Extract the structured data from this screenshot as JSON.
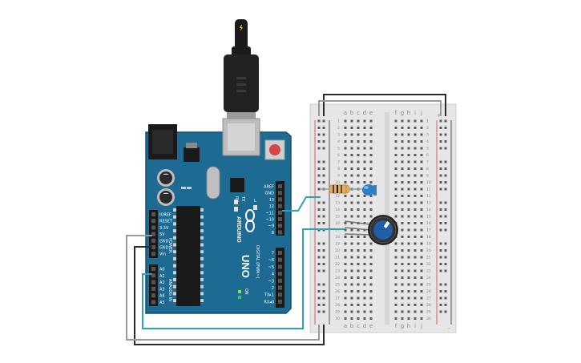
{
  "board": {
    "brand": "ARDUINO",
    "model": "UNO",
    "on_label": "ON",
    "tx_label": "TX",
    "rx_label": "RX",
    "l_label": "L",
    "digital_label": "DIGITAL (PWM~)",
    "power_label": "POWER",
    "analog_label": "ANALOG IN",
    "digital_pins": [
      "AREF",
      "GND",
      "13",
      "12",
      "~11",
      "~10",
      "~9",
      "8",
      "7",
      "~6",
      "~5",
      "4",
      "~3",
      "2",
      "TX▸1",
      "RX◂0"
    ],
    "power_pins": [
      "IOREF",
      "RESET",
      "3.3V",
      "5V",
      "GND",
      "GND",
      "Vin"
    ],
    "analog_pins": [
      "A0",
      "A1",
      "A2",
      "A3",
      "A4",
      "A5"
    ]
  },
  "breadboard": {
    "columns_left": [
      "a",
      "b",
      "c",
      "d",
      "e"
    ],
    "columns_right": [
      "f",
      "g",
      "h",
      "i",
      "j"
    ],
    "row_labels": [
      "1",
      "2",
      "3",
      "4",
      "5",
      "6",
      "7",
      "8",
      "9",
      "10",
      "11",
      "12",
      "13",
      "14",
      "15",
      "16",
      "17",
      "18",
      "19",
      "20",
      "21",
      "22",
      "23",
      "24",
      "25",
      "26",
      "27",
      "28",
      "29",
      "30"
    ],
    "rail_plus": "+",
    "rail_minus": "-"
  },
  "colors": {
    "board": "#1d6b93",
    "board_edge": "#14506f",
    "breadboard": "#e6e6e6",
    "rail_red": "#d43a3a",
    "rail_black": "#333333",
    "wire_teal": "#2aa3b6",
    "wire_gray": "#9a9a9a",
    "wire_black": "#2a2a2a",
    "led": "#2e7fc2",
    "knob": "#1f5fa8"
  }
}
